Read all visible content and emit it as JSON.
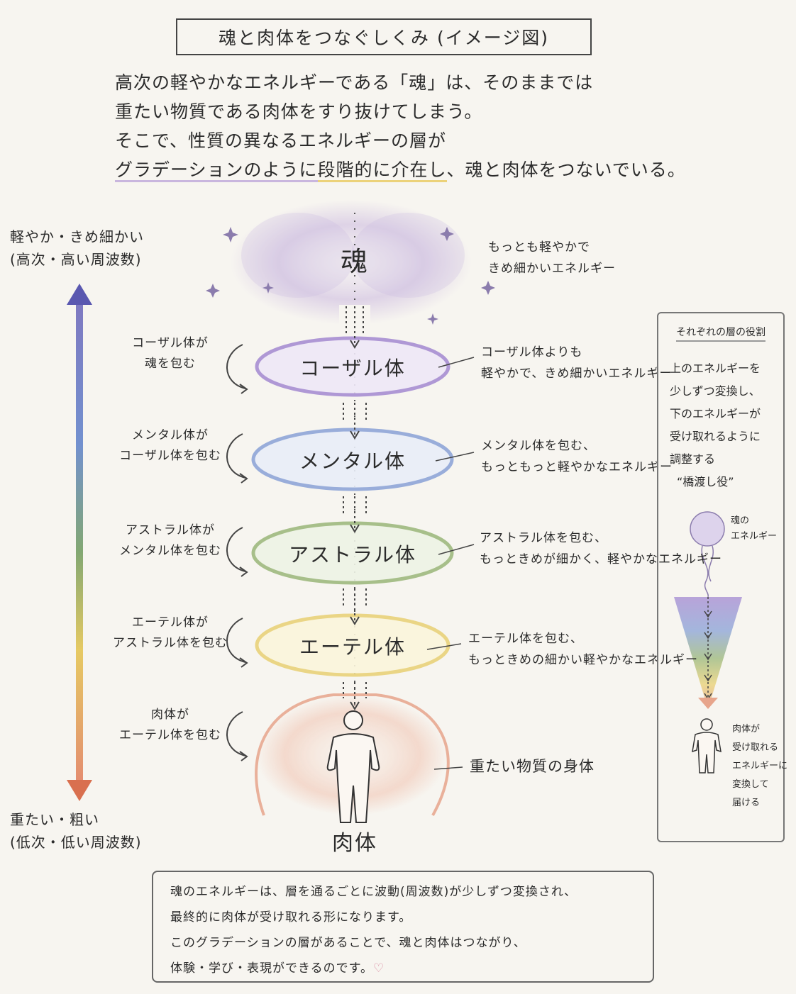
{
  "title": "魂と肉体をつなぐしくみ (イメージ図)",
  "intro": {
    "line1": "高次の軽やかなエネルギーである「魂」は、そのままでは",
    "line2": "重たい物質である肉体をすり抜けてしまう。",
    "line3": "そこで、性質の異なるエネルギーの層が",
    "line4_part1": "グラデーションのように",
    "line4_part2": "段階的に介在し",
    "line4_part3": "、魂と肉体をつないでいる。"
  },
  "scale": {
    "top_line1": "軽やか・きめ細かい",
    "top_line2": "(高次・高い周波数)",
    "bottom_line1": "重たい・粗い",
    "bottom_line2": "(低次・低い周波数)"
  },
  "layers": [
    {
      "name": "魂",
      "desc_line1": "もっとも軽やかで",
      "desc_line2": "きめ細かいエネルギー"
    },
    {
      "name": "コーザル体",
      "side_line1": "コーザル体が",
      "side_line2": "魂を包む",
      "desc_line1": "コーザル体よりも",
      "desc_line2": "軽やかで、きめ細かいエネルギー"
    },
    {
      "name": "メンタル体",
      "side_line1": "メンタル体が",
      "side_line2": "コーザル体を包む",
      "desc_line1": "メンタル体を包む、",
      "desc_line2": "もっともっと軽やかなエネルギー"
    },
    {
      "name": "アストラル体",
      "side_line1": "アストラル体が",
      "side_line2": "メンタル体を包む",
      "desc_line1": "アストラル体を包む、",
      "desc_line2": "もっときめが細かく、軽やかなエネルギー"
    },
    {
      "name": "エーテル体",
      "side_line1": "エーテル体が",
      "side_line2": "アストラル体を包む",
      "desc_line1": "エーテル体を包む、",
      "desc_line2": "もっときめの細かい軽やかなエネルギー"
    },
    {
      "name": "肉体",
      "side_line1": "肉体が",
      "side_line2": "エーテル体を包む",
      "desc_line1": "重たい物質の身体"
    }
  ],
  "role": {
    "title": "それぞれの層の役割",
    "l1": "上のエネルギーを",
    "l2": "少しずつ変換し、",
    "l3": "下のエネルギーが",
    "l4": "受け取れるように",
    "l5": "調整する",
    "l6": "“橋渡し役”",
    "soul_label1": "魂の",
    "soul_label2": "エネルギー",
    "body_label1": "肉体が",
    "body_label2": "受け取れる",
    "body_label3": "エネルギーに",
    "body_label4": "変換して",
    "body_label5": "届ける"
  },
  "summary": {
    "l1": "魂のエネルギーは、層を通るごとに波動(周波数)が少しずつ変換され、",
    "l2": "最終的に肉体が受け取れる形になります。",
    "l3": "このグラデーションの層があることで、魂と肉体はつながり、",
    "l4": "体験・学び・表現ができるのです。",
    "heart": "♡"
  },
  "colors": {
    "soul": "#b7a3cf",
    "causal": "#a88fd3",
    "mental": "#8fa6d8",
    "astral": "#9fba7f",
    "etheric": "#e9d27a",
    "physical": "#e7a58c"
  }
}
